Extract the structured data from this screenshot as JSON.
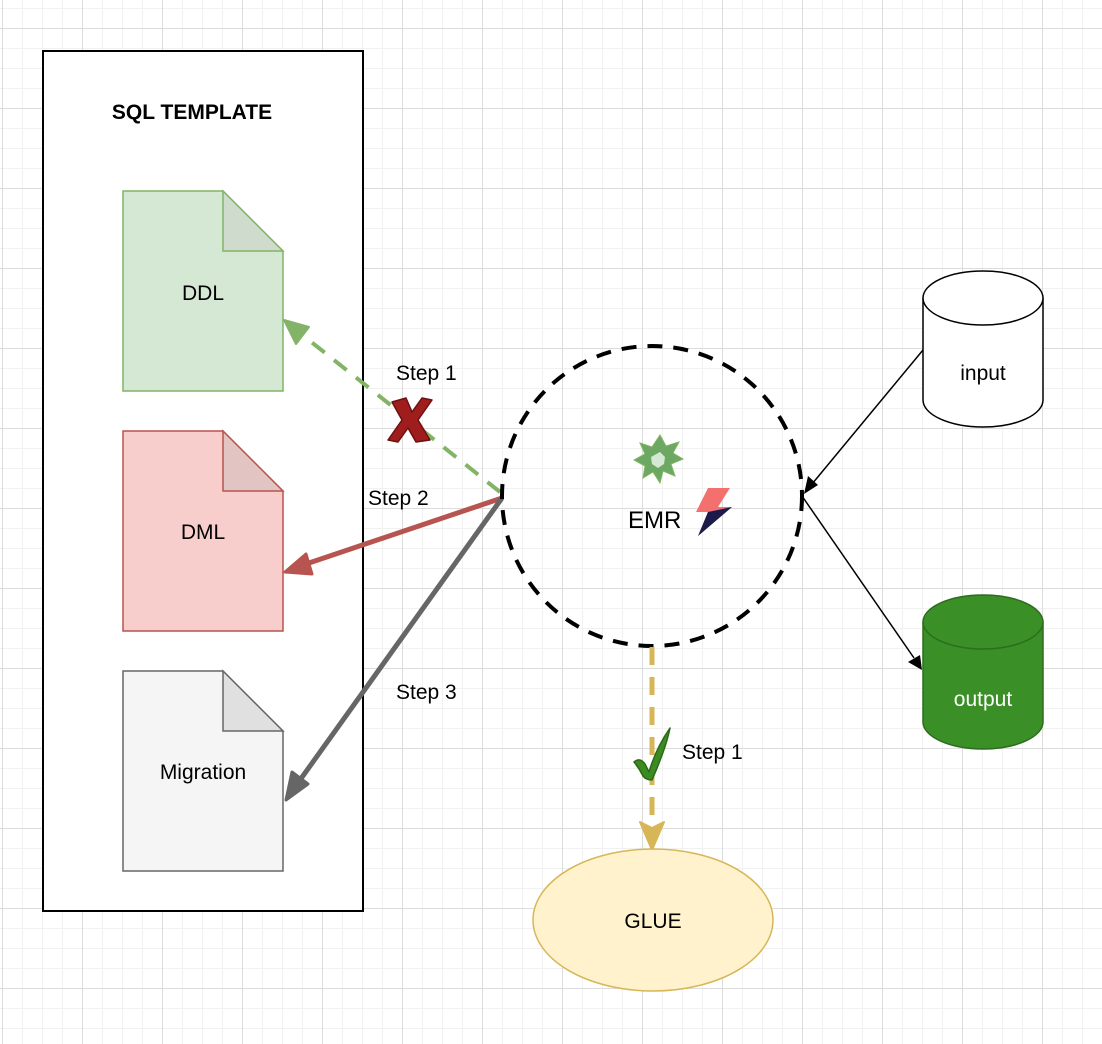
{
  "template": {
    "title": "SQL TEMPLATE"
  },
  "documents": {
    "ddl": {
      "label": "DDL",
      "fill": "#d5e8d4",
      "stroke": "#82b366"
    },
    "dml": {
      "label": "DML",
      "fill": "#f8cecc",
      "stroke": "#b85450"
    },
    "migration": {
      "label": "Migration",
      "fill": "#f5f5f5",
      "stroke": "#666666"
    }
  },
  "emr": {
    "label": "EMR"
  },
  "storage": {
    "input": {
      "label": "input",
      "fill": "#ffffff"
    },
    "output": {
      "label": "output",
      "fill": "#3a8f27"
    }
  },
  "glue": {
    "label": "GLUE",
    "fill": "#fff2cc",
    "stroke": "#d6b656"
  },
  "edges": {
    "step1_ddl": {
      "label": "Step 1",
      "color": "#82b366",
      "status": "failed"
    },
    "step2_dml": {
      "label": "Step 2",
      "color": "#b85450"
    },
    "step3_migration": {
      "label": "Step 3",
      "color": "#666666"
    },
    "step1_glue": {
      "label": "Step 1",
      "color": "#d6b656",
      "status": "success"
    }
  },
  "icons": {
    "fail": "x-mark-icon",
    "success": "checkmark-icon",
    "emr": "lightning-icon",
    "spark": "starburst-icon"
  }
}
